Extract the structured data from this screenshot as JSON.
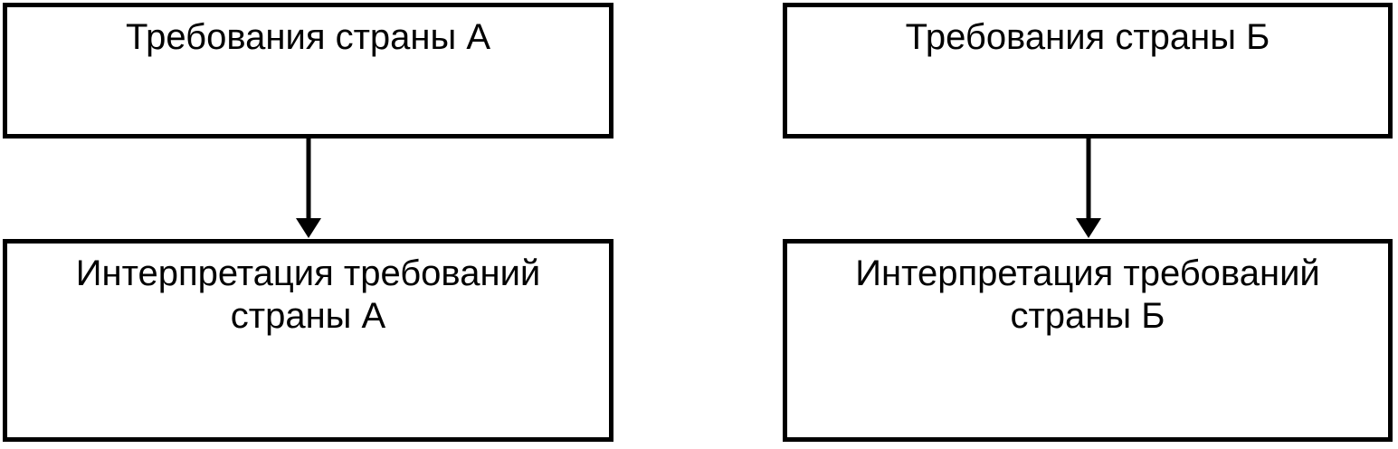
{
  "diagram": {
    "title": "country-requirements-interpretation-flow",
    "colors": {
      "border": "#000000",
      "background": "#ffffff",
      "text": "#000000"
    },
    "columns": [
      {
        "id": "A",
        "top_box_label": "Требования страны А",
        "bottom_box_label": "Интерпретация требований\nстраны А",
        "connector": "down-arrow"
      },
      {
        "id": "B",
        "top_box_label": "Требования страны Б",
        "bottom_box_label": "Интерпретация требований\nстраны Б",
        "connector": "down-arrow"
      }
    ]
  }
}
